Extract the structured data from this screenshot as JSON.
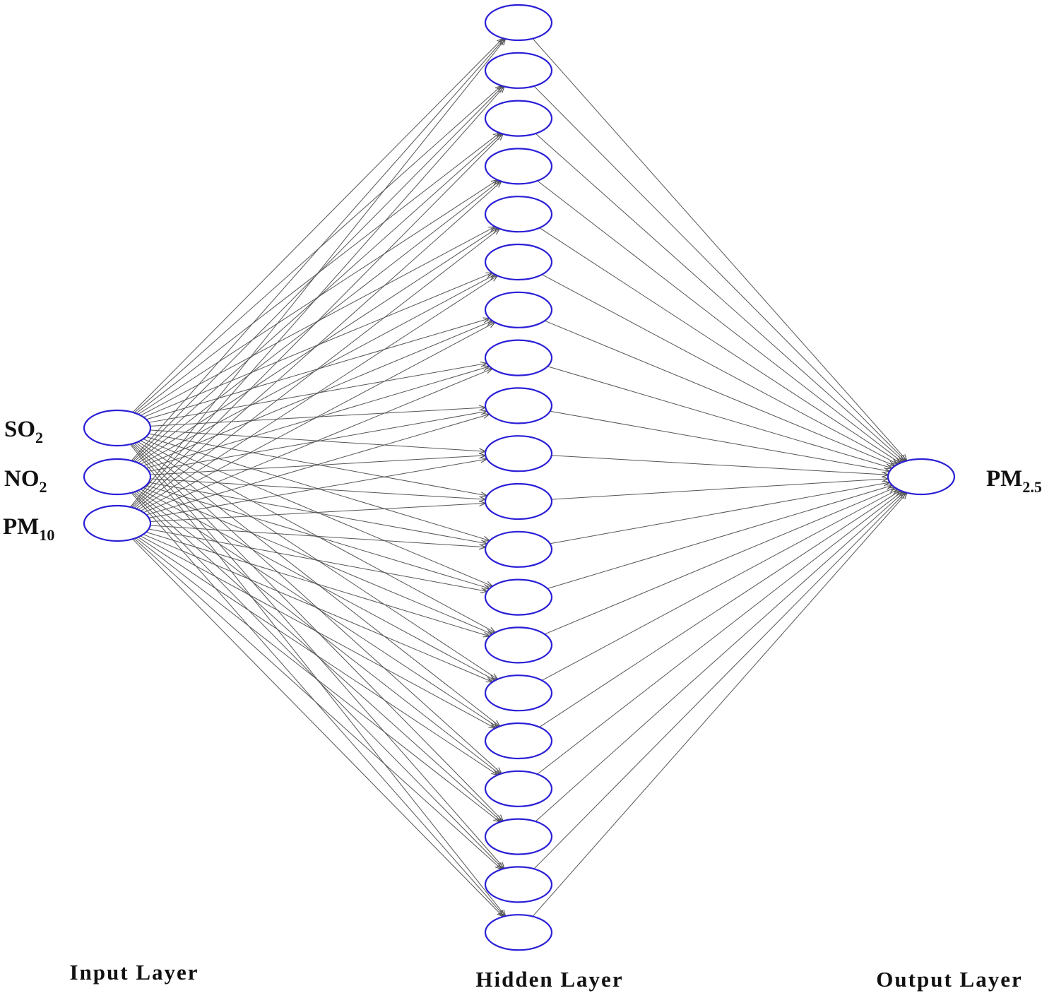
{
  "diagram": {
    "type": "feed-forward neural network",
    "colors": {
      "node_stroke": "#2a1fd6",
      "edge": "#555555",
      "text": "#111111"
    },
    "input_layer": {
      "label": "Input Layer",
      "nodes": [
        {
          "base": "SO",
          "sub": "2"
        },
        {
          "base": "NO",
          "sub": "2"
        },
        {
          "base": "PM",
          "sub": "10"
        }
      ]
    },
    "hidden_layer": {
      "label": "Hidden Layer",
      "node_count": 20
    },
    "output_layer": {
      "label": "Output Layer",
      "nodes": [
        {
          "base": "PM",
          "sub": "2.5"
        }
      ]
    },
    "connections": "fully connected, arrows pointing toward next layer"
  }
}
